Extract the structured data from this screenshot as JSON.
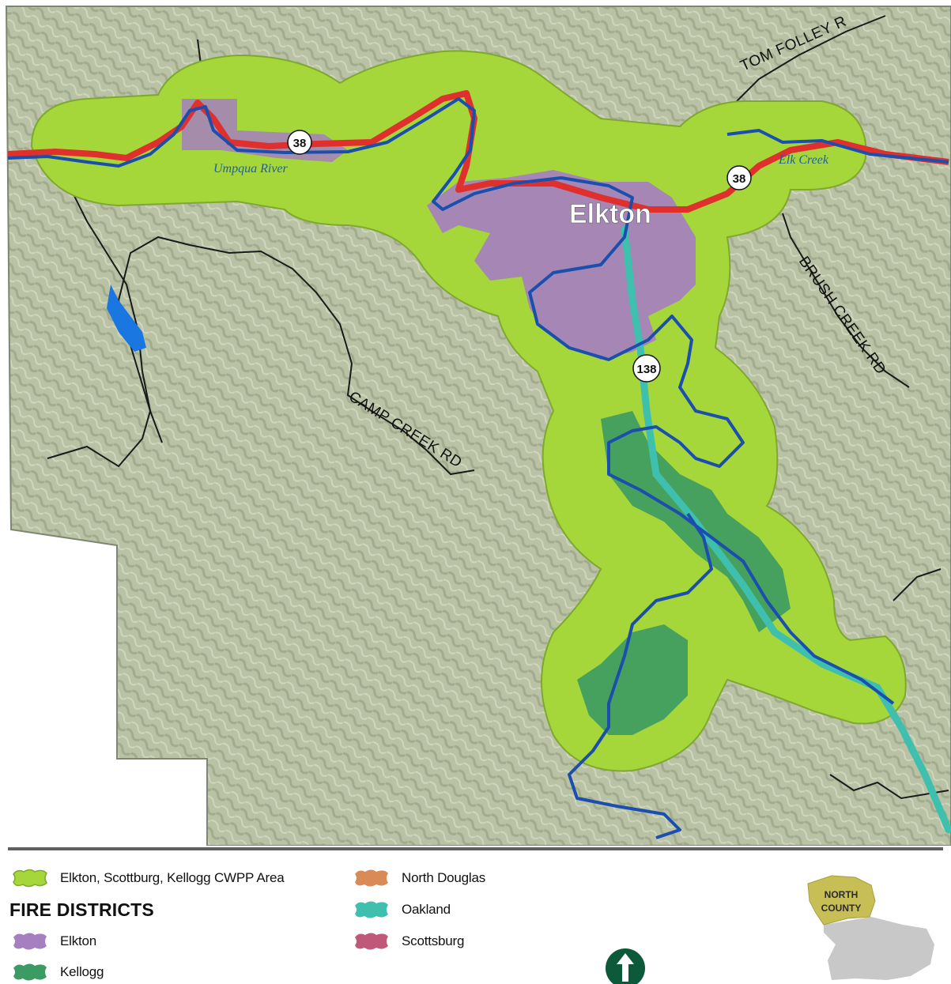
{
  "map": {
    "town_label": "Elkton",
    "river_labels": {
      "umpqua": "Umpqua River",
      "elk_creek": "Elk Creek"
    },
    "road_labels": {
      "tom_folley": "TOM FOLLEY R",
      "brush_creek": "BRUSH CREEK RD",
      "camp_creek": "CAMP CREEK RD"
    },
    "highway_shields": {
      "hwy38_west": "38",
      "hwy38_east": "38",
      "hwy138": "138"
    },
    "colors": {
      "terrain": "#b9c2a5",
      "terrain_shadow": "#8f9a7e",
      "cwpp_area": "#a5d63a",
      "cwpp_outline": "#7fa830",
      "elkton": "#a57fbf",
      "kellogg": "#3c9a63",
      "oakland": "#3fbfae",
      "highway_38": "#e0302e",
      "river": "#1a4fae",
      "lake": "#1a76e0",
      "roads": "#1a1a1a"
    }
  },
  "legend": {
    "cwpp_label": "Elkton, Scottburg, Kellogg CWPP Area",
    "heading": "FIRE DISTRICTS",
    "districts": {
      "elkton": {
        "label": "Elkton",
        "color": "#a57fbf"
      },
      "kellogg": {
        "label": "Kellogg",
        "color": "#3c9a63"
      },
      "north_douglas": {
        "label": "North Douglas",
        "color": "#d98a57"
      },
      "oakland": {
        "label": "Oakland",
        "color": "#3fbfae"
      },
      "scottsburg": {
        "label": "Scottsburg",
        "color": "#c0587a"
      }
    }
  },
  "inset": {
    "region_label_line1": "NORTH",
    "region_label_line2": "COUNTY"
  }
}
